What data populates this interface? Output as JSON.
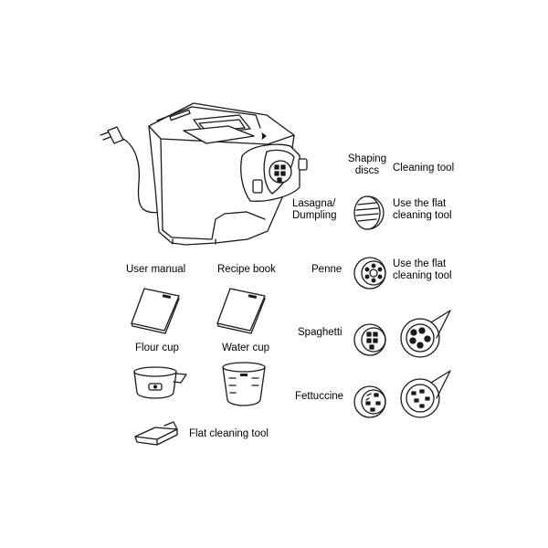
{
  "accessories": {
    "user_manual": "User manual",
    "recipe_book": "Recipe book",
    "flour_cup": "Flour cup",
    "water_cup": "Water cup",
    "flat_cleaning_tool": "Flat cleaning tool"
  },
  "columns": {
    "shaping_discs_line1": "Shaping",
    "shaping_discs_line2": "discs",
    "cleaning_tool": "Cleaning tool"
  },
  "discs": [
    {
      "name_line1": "Lasagna/",
      "name_line2": "Dumpling",
      "tool_line1": "Use the flat",
      "tool_line2": "cleaning tool"
    },
    {
      "name_line1": "Penne",
      "name_line2": "",
      "tool_line1": "Use the flat",
      "tool_line2": "cleaning tool"
    },
    {
      "name_line1": "Spaghetti",
      "name_line2": "",
      "tool_line1": "",
      "tool_line2": ""
    },
    {
      "name_line1": "Fettuccine",
      "name_line2": "",
      "tool_line1": "",
      "tool_line2": ""
    }
  ]
}
